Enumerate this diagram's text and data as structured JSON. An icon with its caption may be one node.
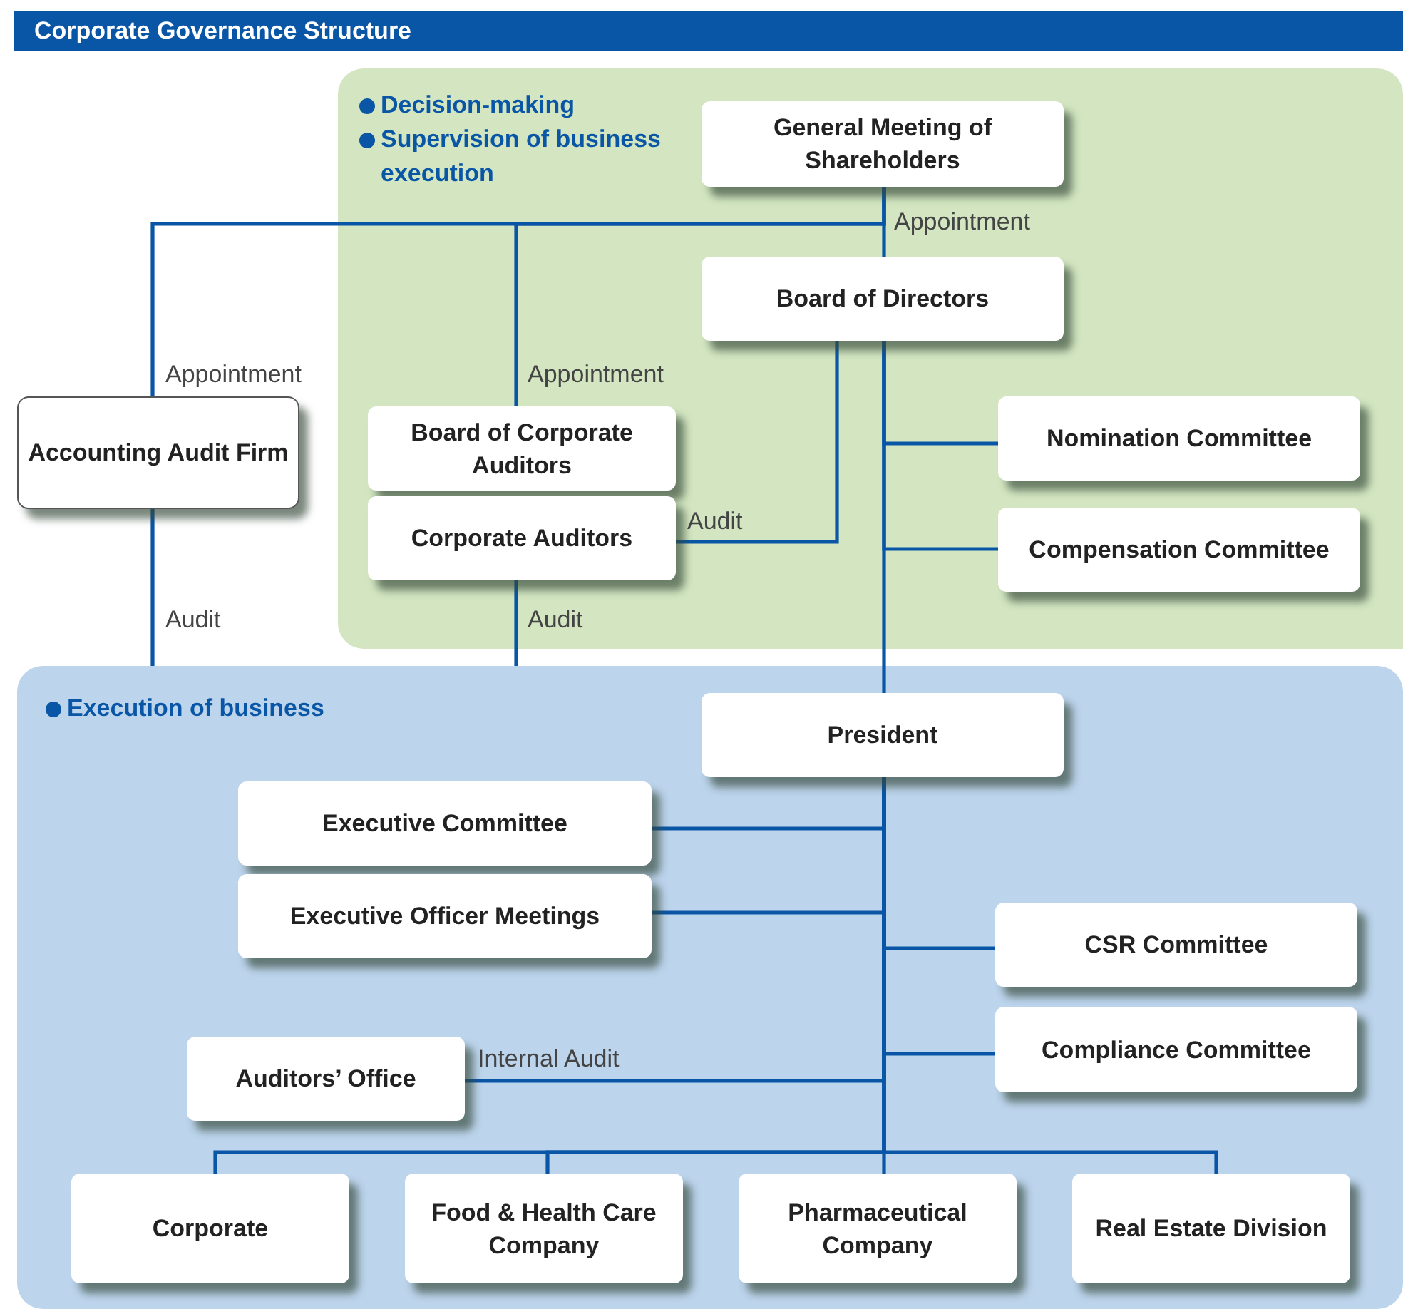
{
  "diagram": {
    "title": "Corporate Governance Structure",
    "nodes": [
      {
        "text": [
          "Decision-making",
          "Supervision of business execution"
        ]
      },
      {
        "text": [
          "General Meeting of Shareholders"
        ],
        "in": 0
      },
      {
        "text": [
          "Board of Directors"
        ],
        "in": 0
      },
      {
        "text": [
          "Board of Corporate Auditors"
        ],
        "in": 0
      },
      {
        "text": [
          "Corporate Auditors"
        ],
        "in": 0
      },
      {
        "text": [
          "Nomination Committee"
        ],
        "in": 0
      },
      {
        "text": [
          "Compensation Committee"
        ],
        "in": 0
      },
      {
        "text": [
          "Accounting Audit Firm"
        ]
      },
      {
        "text": [
          "Execution of business"
        ]
      },
      {
        "text": [
          "President"
        ],
        "in": 8
      },
      {
        "text": [
          "Executive Committee"
        ],
        "in": 8
      },
      {
        "text": [
          "Executive Officer Meetings"
        ],
        "in": 8
      },
      {
        "text": [
          "CSR Committee"
        ],
        "in": 8
      },
      {
        "text": [
          "Compliance Committee"
        ],
        "in": 8
      },
      {
        "text": [
          "Auditors’ Office"
        ],
        "in": 8
      },
      {
        "text": [
          "Corporate"
        ],
        "in": 8
      },
      {
        "text": [
          "Food & Health Care Company"
        ],
        "in": 8
      },
      {
        "text": [
          "Pharmaceutical Company"
        ],
        "in": 8
      },
      {
        "text": [
          "Real Estate Division"
        ],
        "in": 8
      }
    ],
    "edges": [
      {
        "from": 1,
        "to": 2,
        "arrow": "none",
        "label": "Appointment"
      },
      {
        "from": 1,
        "to": 3,
        "arrow": "none",
        "label": "Appointment"
      },
      {
        "from": 1,
        "to": 7,
        "arrow": "none",
        "label": "Appointment"
      },
      {
        "from": 2,
        "to": 4,
        "arrow": "none",
        "label": "Audit"
      },
      {
        "from": 2,
        "to": 5,
        "arrow": "none"
      },
      {
        "from": 2,
        "to": 6,
        "arrow": "none"
      },
      {
        "from": 2,
        "to": 9,
        "arrow": "none"
      },
      {
        "from": 7,
        "to": 8,
        "arrow": "none",
        "label": "Audit"
      },
      {
        "from": 4,
        "to": 8,
        "arrow": "none",
        "label": "Audit"
      },
      {
        "from": 9,
        "to": 10,
        "arrow": "none"
      },
      {
        "from": 9,
        "to": 11,
        "arrow": "none"
      },
      {
        "from": 9,
        "to": 12,
        "arrow": "none"
      },
      {
        "from": 9,
        "to": 13,
        "arrow": "none"
      },
      {
        "from": 9,
        "to": 14,
        "arrow": "none",
        "label": "Internal Audit"
      },
      {
        "from": 9,
        "to": 15,
        "arrow": "none"
      },
      {
        "from": 9,
        "to": 16,
        "arrow": "none"
      },
      {
        "from": 9,
        "to": 17,
        "arrow": "none"
      },
      {
        "from": 9,
        "to": 18,
        "arrow": "none"
      }
    ]
  }
}
